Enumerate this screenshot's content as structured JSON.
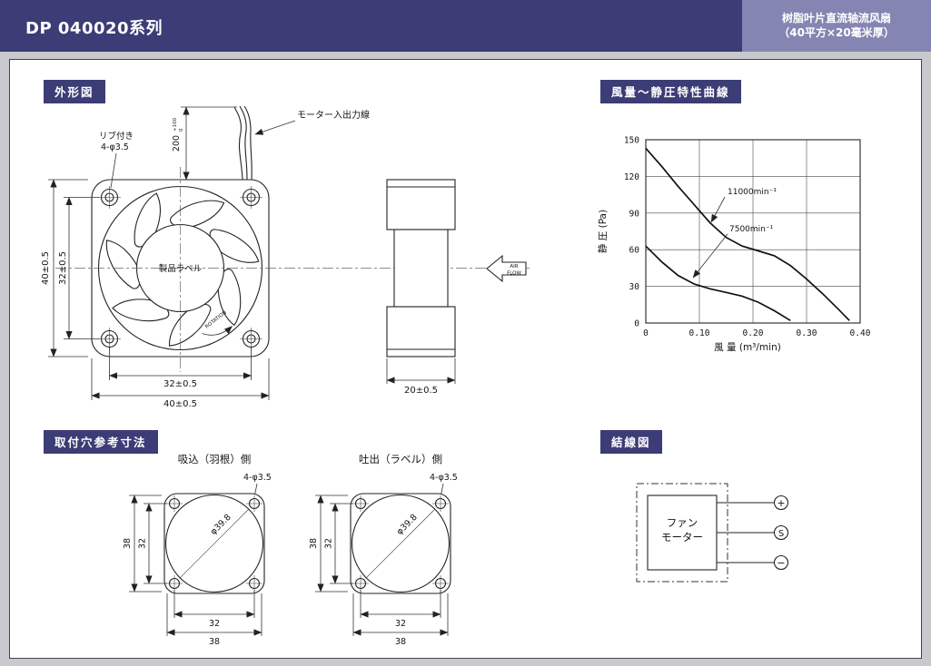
{
  "header": {
    "title": "DP 040020系列",
    "subtitle_line1": "树脂叶片直流轴流风扇",
    "subtitle_line2": "（40平方×20毫米厚）"
  },
  "section_labels": {
    "outline": "外形図",
    "pq_curve": "風量～静圧特性曲線",
    "mounting": "取付穴参考寸法",
    "wiring": "結線図"
  },
  "outline": {
    "rib_label": "リブ付き",
    "hole_label": "4-φ3.5",
    "lead_length": "200",
    "lead_tol_upper": "+100",
    "lead_tol_lower": "0",
    "lead_wire_label": "モーター入出力線",
    "product_label": "製品ラベル",
    "rotation_label": "ROTATION",
    "dim_height_outer": "40±0.5",
    "dim_height_pitch": "32±0.5",
    "dim_width_pitch": "32±0.5",
    "dim_width_outer": "40±0.5",
    "dim_depth": "20±0.5",
    "airflow_line1": "AIR",
    "airflow_line2": "FLOW"
  },
  "chart_data": {
    "type": "line",
    "title": "風量～静圧特性曲線",
    "xlabel": "風 量 (m³/min)",
    "ylabel": "静 圧 (Pa)",
    "xlim": [
      0,
      0.4
    ],
    "ylim": [
      0,
      150
    ],
    "xticks": [
      "0",
      "0.10",
      "0.20",
      "0.30",
      "0.40"
    ],
    "yticks": [
      "0",
      "30",
      "60",
      "90",
      "120",
      "150"
    ],
    "grid": true,
    "legend_position": "inline-labels",
    "series": [
      {
        "name": "11000min⁻¹",
        "points": [
          [
            0,
            143
          ],
          [
            0.03,
            128
          ],
          [
            0.06,
            112
          ],
          [
            0.09,
            97
          ],
          [
            0.12,
            82
          ],
          [
            0.15,
            70
          ],
          [
            0.18,
            63
          ],
          [
            0.21,
            59
          ],
          [
            0.24,
            55
          ],
          [
            0.27,
            47
          ],
          [
            0.3,
            36
          ],
          [
            0.33,
            24
          ],
          [
            0.36,
            11
          ],
          [
            0.38,
            2
          ]
        ]
      },
      {
        "name": "7500min⁻¹",
        "points": [
          [
            0,
            63
          ],
          [
            0.03,
            50
          ],
          [
            0.06,
            39
          ],
          [
            0.09,
            32
          ],
          [
            0.12,
            28
          ],
          [
            0.15,
            25
          ],
          [
            0.18,
            22
          ],
          [
            0.21,
            17
          ],
          [
            0.24,
            10
          ],
          [
            0.27,
            2
          ]
        ]
      }
    ]
  },
  "mounting": {
    "left_title": "吸込（羽根）側",
    "right_title": "吐出（ラベル）側",
    "hole_label": "4-φ3.5",
    "circle_dim": "φ39.8",
    "dim_v_outer": "38",
    "dim_v_pitch": "32",
    "dim_h_pitch": "32",
    "dim_h_outer": "38"
  },
  "wiring": {
    "box_line1": "ファン",
    "box_line2": "モーター",
    "terminal_plus": "+",
    "terminal_s": "S",
    "terminal_minus": "−"
  }
}
